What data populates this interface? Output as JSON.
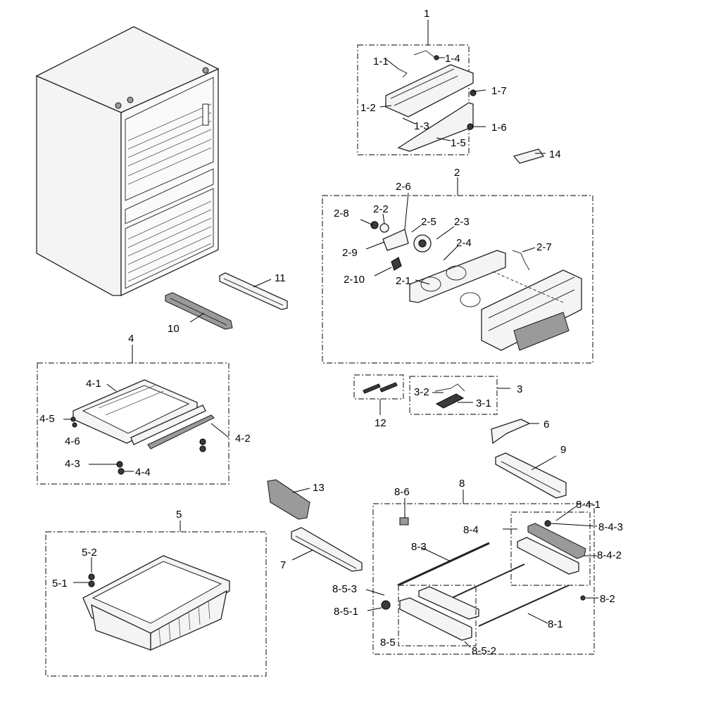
{
  "groups": [
    {
      "id": "1"
    },
    {
      "id": "2"
    },
    {
      "id": "3"
    },
    {
      "id": "4"
    },
    {
      "id": "5"
    },
    {
      "id": "8"
    },
    {
      "id": "12"
    }
  ],
  "labels": {
    "l1": "1",
    "l1_1": "1-1",
    "l1_2": "1-2",
    "l1_3": "1-3",
    "l1_4": "1-4",
    "l1_5": "1-5",
    "l1_6": "1-6",
    "l1_7": "1-7",
    "l14": "14",
    "l2": "2",
    "l2_1": "2-1",
    "l2_2": "2-2",
    "l2_3": "2-3",
    "l2_4": "2-4",
    "l2_5": "2-5",
    "l2_6": "2-6",
    "l2_7": "2-7",
    "l2_8": "2-8",
    "l2_9": "2-9",
    "l2_10": "2-10",
    "l3": "3",
    "l3_1": "3-1",
    "l3_2": "3-2",
    "l4": "4",
    "l4_1": "4-1",
    "l4_2": "4-2",
    "l4_3": "4-3",
    "l4_4": "4-4",
    "l4_5": "4-5",
    "l4_6": "4-6",
    "l5": "5",
    "l5_1": "5-1",
    "l5_2": "5-2",
    "l6": "6",
    "l7": "7",
    "l8": "8",
    "l8_1": "8-1",
    "l8_2": "8-2",
    "l8_3": "8-3",
    "l8_4": "8-4",
    "l8_4_1": "8-4-1",
    "l8_4_2": "8-4-2",
    "l8_4_3": "8-4-3",
    "l8_5": "8-5",
    "l8_5_1": "8-5-1",
    "l8_5_2": "8-5-2",
    "l8_5_3": "8-5-3",
    "l8_6": "8-6",
    "l9": "9",
    "l10": "10",
    "l11": "11",
    "l12": "12",
    "l13": "13"
  }
}
